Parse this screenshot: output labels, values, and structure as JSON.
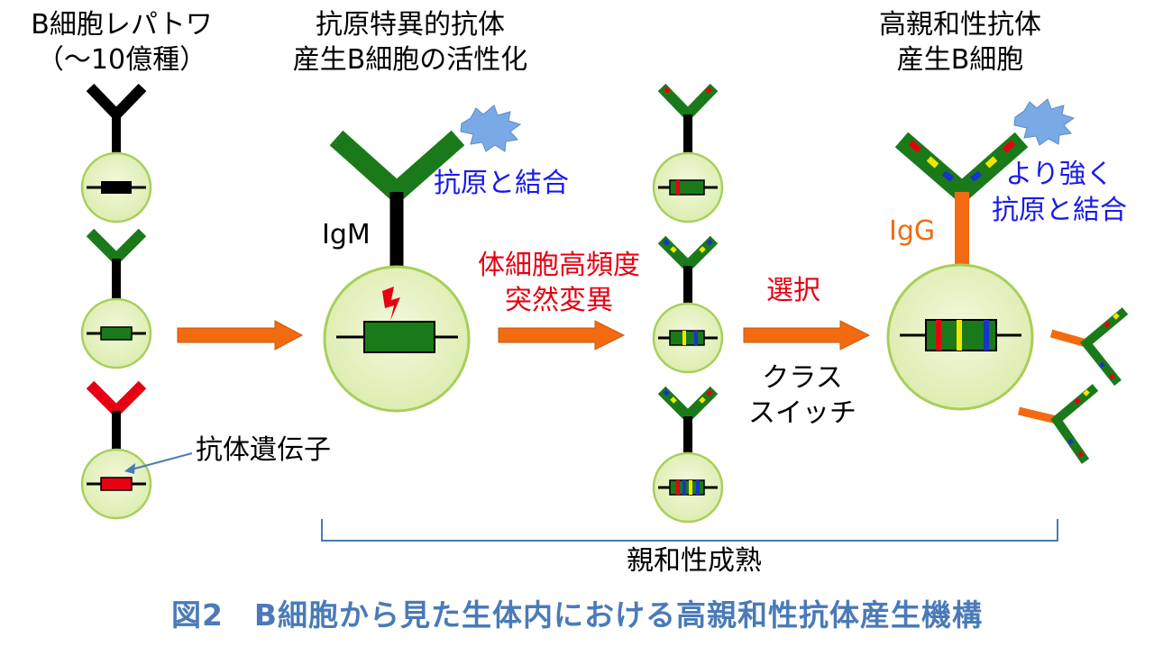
{
  "labels": {
    "repertoire": "B細胞レパトワ",
    "repertoire_count": "（〜10億種）",
    "activation_line1": "抗原特異的抗体",
    "activation_line2": "産生B細胞の活性化",
    "high_affinity_line1": "高親和性抗体",
    "high_affinity_line2": "産生B細胞",
    "bind_antigen": "抗原と結合",
    "stronger_bind_line1": "より強く",
    "stronger_bind_line2": "抗原と結合",
    "igm": "IgM",
    "igg": "IgG",
    "shm_line1": "体細胞高頻度",
    "shm_line2": "突然変異",
    "selection": "選択",
    "class_switch_line1": "クラス",
    "class_switch_line2": "スイッチ",
    "antibody_gene": "抗体遺伝子",
    "affinity_maturation": "親和性成熟"
  },
  "caption": "図2　B細胞から見た生体内における高親和性抗体産生機構",
  "colors": {
    "cell_fill": "#e6f2c4",
    "cell_stroke": "#a8cf5a",
    "antibody_green": "#1a7a1a",
    "antibody_red": "#e60012",
    "mutation_yellow": "#f2e600",
    "mutation_blue": "#1a33cc",
    "igg_orange": "#f26b11",
    "antigen_blue": "#7aaae6",
    "arrow_orange": "#f26b11",
    "bracket_blue": "#4a7ab8",
    "caption_blue": "#4a7ab8"
  }
}
